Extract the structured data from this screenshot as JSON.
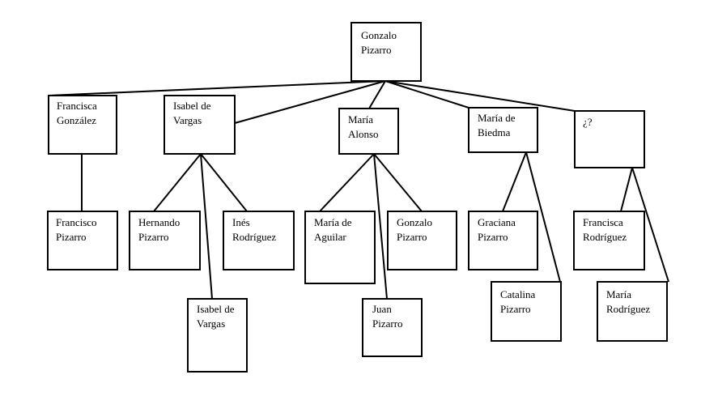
{
  "nodes": {
    "gonzalo_pizarro": [
      "Gonzalo",
      "Pizarro"
    ],
    "francisca_gonzalez": [
      "Francisca",
      "González"
    ],
    "isabel_de_vargas": [
      "Isabel de",
      "Vargas"
    ],
    "maria_alonso": [
      "María",
      "Alonso"
    ],
    "maria_de_biedma": [
      "María de",
      "Biedma"
    ],
    "unknown_partner": [
      "¿?"
    ],
    "francisco_pizarro": [
      "Francisco",
      "Pizarro"
    ],
    "hernando_pizarro": [
      "Hernando",
      "Pizarro"
    ],
    "ines_rodriguez": [
      "Inés",
      "Rodríguez"
    ],
    "isabel_de_vargas_child": [
      "Isabel de",
      "Vargas"
    ],
    "maria_de_aguilar": [
      "María de",
      "Aguilar"
    ],
    "gonzalo_pizarro_child": [
      "Gonzalo",
      "Pizarro"
    ],
    "juan_pizarro": [
      "Juan",
      "Pizarro"
    ],
    "graciana_pizarro": [
      "Graciana",
      "Pizarro"
    ],
    "catalina_pizarro": [
      "Catalina",
      "Pizarro"
    ],
    "francisca_rodriguez": [
      "Francisca",
      "Rodríguez"
    ],
    "maria_rodriguez": [
      "María",
      "Rodríguez"
    ]
  }
}
